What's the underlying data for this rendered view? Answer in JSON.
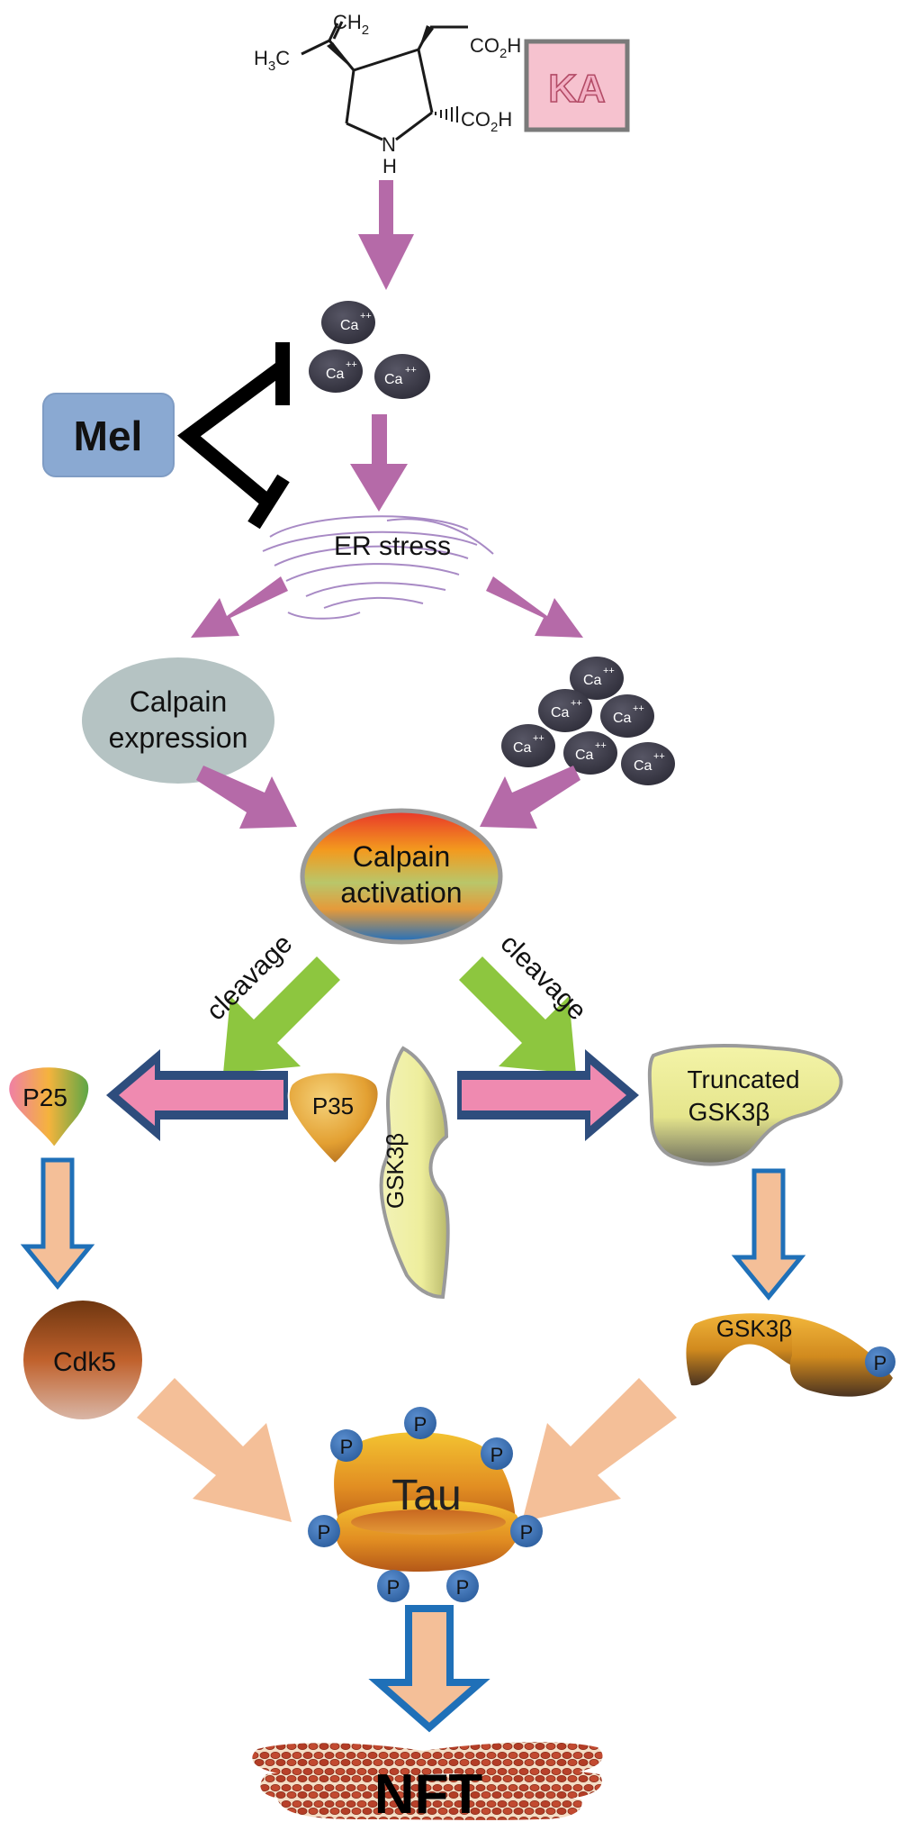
{
  "molecule": {
    "ch2": "CH",
    "ch2_sub": "2",
    "h3c": "H",
    "h3c_sub": "3",
    "h3c_c": "C",
    "co2h_top": "CO",
    "co2h_top_sub": "2",
    "co2h_top_h": "H",
    "co2h_right": "CO",
    "co2h_right_sub": "2",
    "co2h_right_h": "H",
    "n": "N",
    "h": "H"
  },
  "nodes": {
    "ka": "KA",
    "mel": "Mel",
    "ca": "Ca",
    "ca_charge": "++",
    "er_stress": "ER stress",
    "calpain_expression": [
      "Calpain",
      "expression"
    ],
    "calpain_activation": [
      "Calpain",
      "activation"
    ],
    "cleavage": "cleavage",
    "p25": "P25",
    "p35": "P35",
    "gsk3b_intact": "GSK3β",
    "truncated_gsk3b": [
      "Truncated",
      "GSK3β"
    ],
    "gsk3b_active": "GSK3β",
    "phospho": "P",
    "cdk5": "Cdk5",
    "tau": "Tau",
    "nft": "NFT"
  },
  "colors": {
    "pink_arrow": "#b56aa8",
    "green_arrow": "#8dc63f",
    "navy_arrow": "#2e4d7d",
    "blue_outline_arrow": "#1f70b8",
    "peach_arrow": "#f4bf98",
    "mel_box": "#8aa9d2",
    "ka_box": "#f6c2cf",
    "calcium": "#3e3d4a",
    "calpain_expression": "#b5c3c3",
    "phospho": "#3d73b6"
  }
}
